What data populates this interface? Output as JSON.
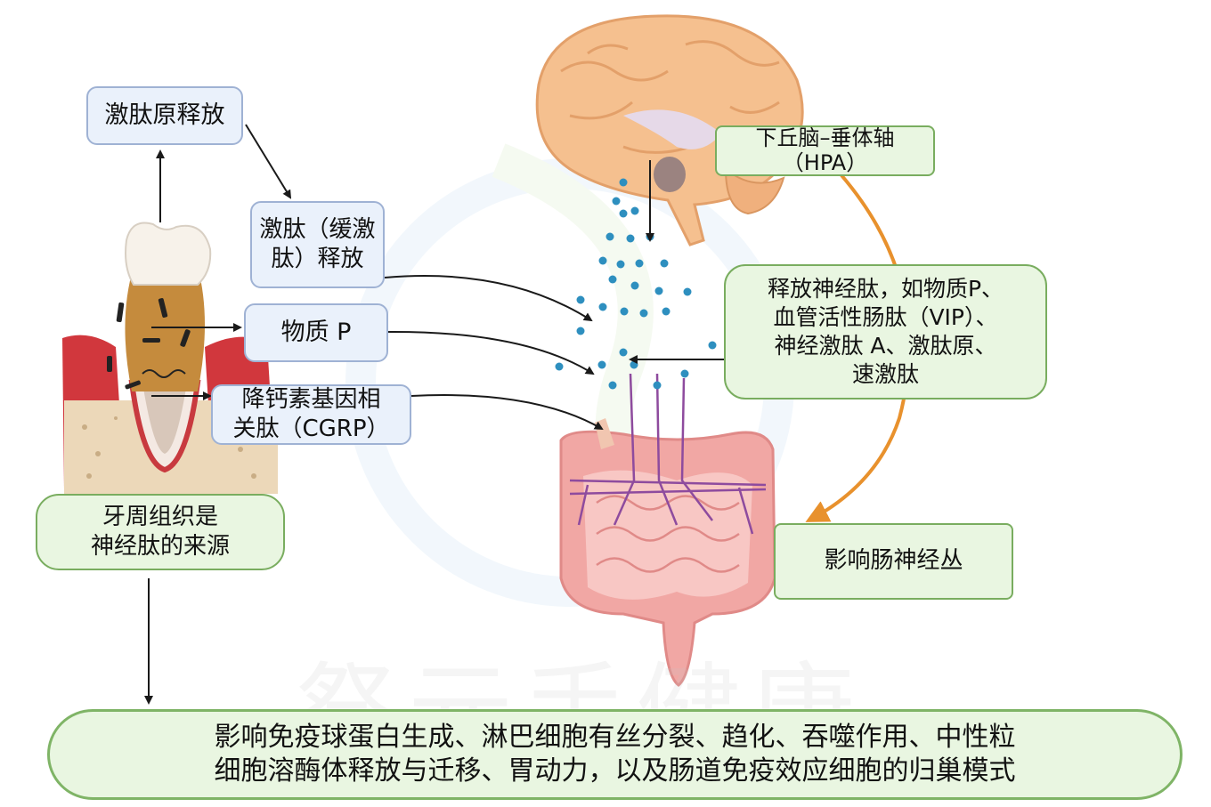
{
  "labels": {
    "peptide_precursor_release": "激肽原释放",
    "kinin_release": "激肽（缓激\n肽）释放",
    "substance_p": "物质 P",
    "cgrp": "降钙素基因相\n关肽（CGRP）",
    "periodontal_source": "牙周组织是\n神经肽的来源",
    "hpa_axis": "下丘脑–垂体轴\n（HPA）",
    "neuropeptide_release": "释放神经肽，如物质P、\n血管活性肠肽（VIP）、\n神经激肽 A、激肽原、\n速激肽",
    "enteric_plexus": "影响肠神经丛",
    "immune_effects": "影响免疫球蛋白生成、淋巴细胞有丝分裂、趋化、吞噬作用、中性粒\n细胞溶酶体释放与迁移、胃动力，以及肠道免疫效应细胞的归巢模式"
  },
  "watermark": "祭元手健康",
  "colors": {
    "blue_box_fill": "#eaf1fb",
    "blue_box_border": "#9fb2d4",
    "green_box_fill": "#e9f6e1",
    "green_box_border": "#79ad5f",
    "orange_arrow": "#e8912d",
    "neuropeptide_dots": "#2e8fbf"
  },
  "icons": [
    "tooth-illustration",
    "brain-illustration",
    "intestine-illustration"
  ]
}
